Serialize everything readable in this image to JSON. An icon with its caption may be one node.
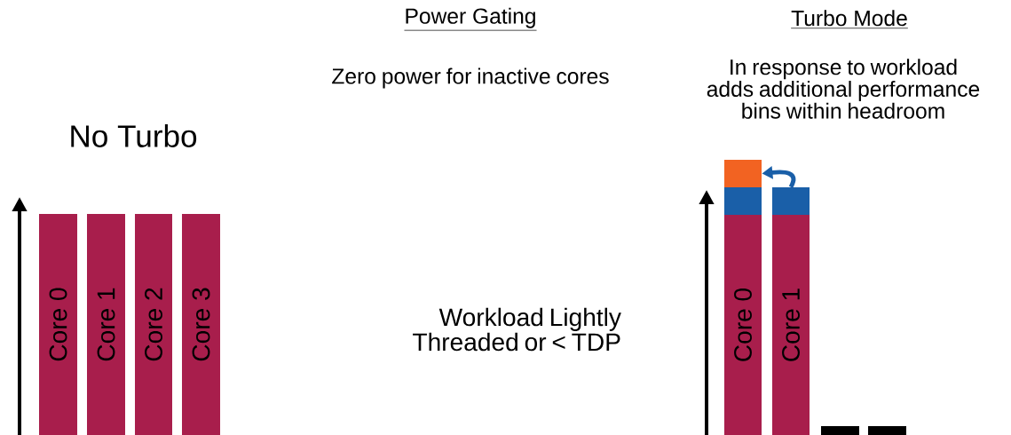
{
  "diagram": {
    "nodes": [
      {
        "text": [
          "Core 0"
        ]
      },
      {
        "text": [
          "Core 1"
        ]
      },
      {
        "text": [
          "Core 2"
        ]
      },
      {
        "text": [
          "Core 3"
        ]
      },
      {
        "text": [],
        "shape": "box"
      },
      {
        "text": [],
        "shape": "box"
      },
      {
        "text": [],
        "shape": "box"
      },
      {
        "text": [
          "Core 0"
        ]
      },
      {
        "text": [
          "Core 1"
        ]
      }
    ],
    "edges": [
      {
        "from": 6,
        "to": 4,
        "arrow": "to"
      }
    ],
    "labels": [
      "Power Gating",
      "Turbo Mode",
      "Zero power for inactive cores",
      "In response to workload adds additional performance bins within headroom",
      "No Turbo",
      "Workload Lightly Threaded or < TDP"
    ]
  }
}
